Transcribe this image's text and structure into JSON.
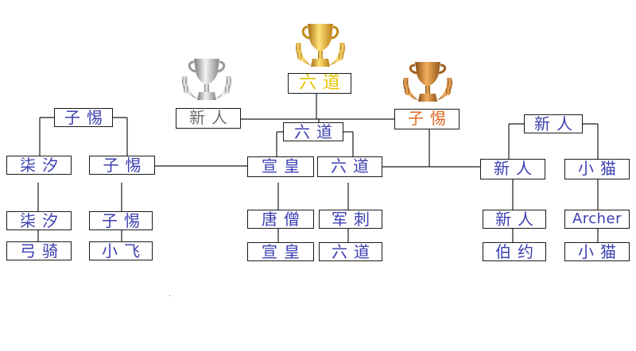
{
  "bracket": {
    "champion": "六道",
    "runner_up": "新人",
    "third_place": "子惕",
    "round1": {
      "p1": "柒汐",
      "p2": "弓骑",
      "p3": "子惕",
      "p4": "小飞",
      "p5": "唐僧",
      "p6": "宣皇",
      "p7": "军刺",
      "p8": "六道",
      "p9": "新人",
      "p10": "伯约",
      "p11": "Archer",
      "p12": "小猫"
    },
    "round2": {
      "w1": "柒汐",
      "w2": "子惕",
      "w3": "宣皇",
      "w4": "六道",
      "w5": "新人",
      "w6": "小猫"
    },
    "round3": {
      "left": "子惕",
      "center": "六道",
      "right": "新人"
    }
  },
  "colors": {
    "name": "#3b3fb0",
    "runner_up": "#6e6e6e",
    "third": "#e06a22",
    "champion": "#e8c400",
    "line": "#1a1a1a",
    "gold": "#d9a520",
    "silver": "#a8a8a8",
    "bronze": "#c87a28"
  },
  "icons": {
    "gold": "gold-trophy-icon",
    "silver": "silver-trophy-icon",
    "bronze": "bronze-trophy-icon"
  }
}
